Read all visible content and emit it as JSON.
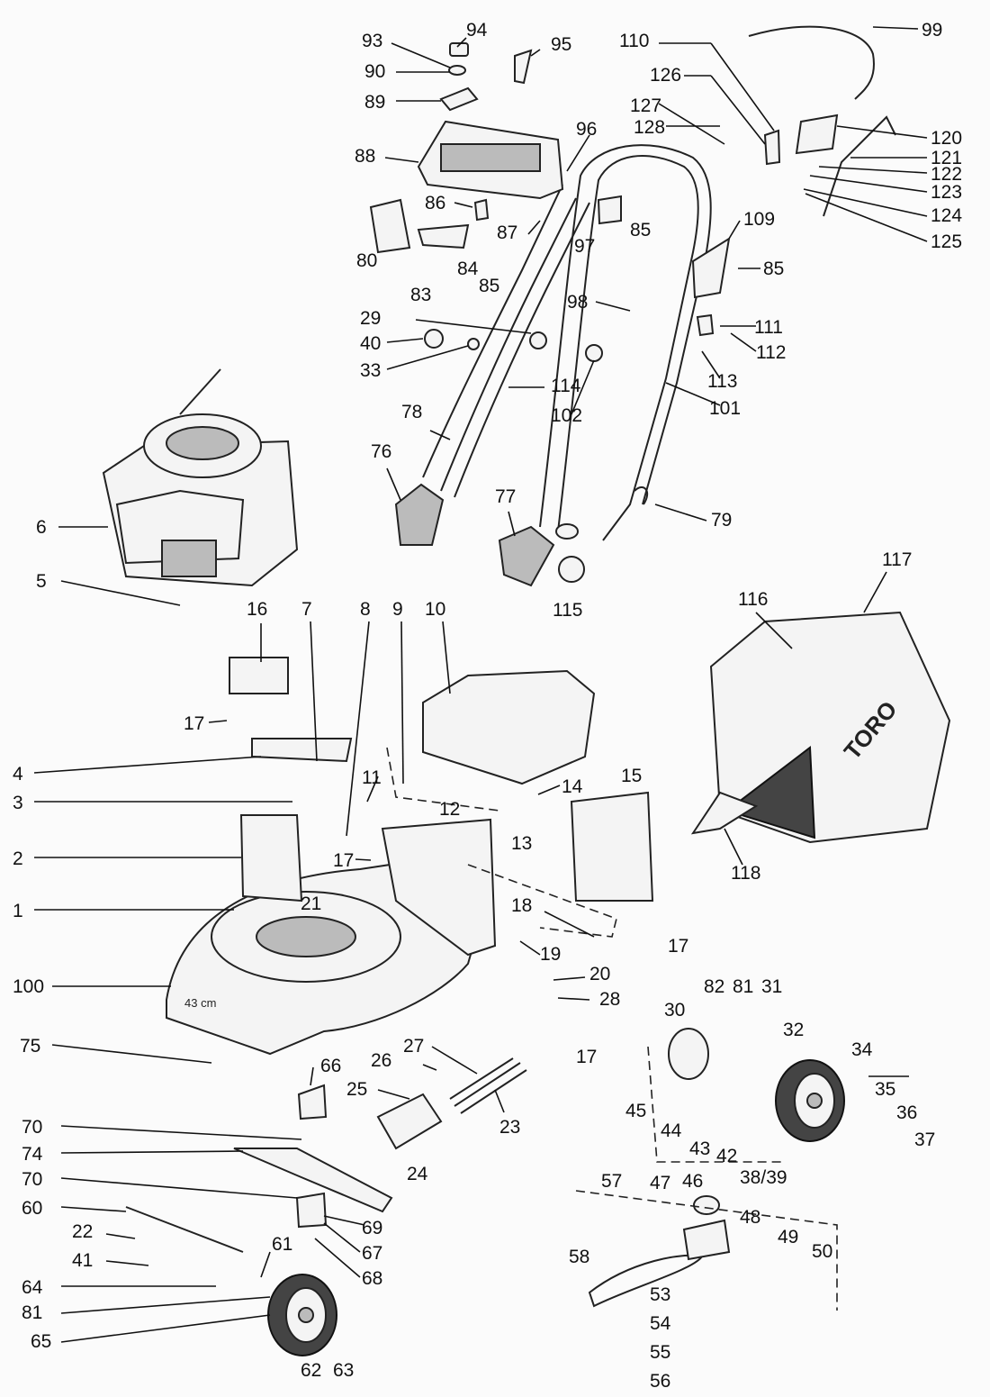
{
  "brand_text": "TORO",
  "deck_label": "43 cm",
  "callouts": [
    {
      "id": "94",
      "text": "94"
    },
    {
      "id": "93",
      "text": "93"
    },
    {
      "id": "95",
      "text": "95"
    },
    {
      "id": "90",
      "text": "90"
    },
    {
      "id": "89",
      "text": "89"
    },
    {
      "id": "88",
      "text": "88"
    },
    {
      "id": "96",
      "text": "96"
    },
    {
      "id": "86",
      "text": "86"
    },
    {
      "id": "87",
      "text": "87"
    },
    {
      "id": "97",
      "text": "97"
    },
    {
      "id": "85a",
      "text": "85"
    },
    {
      "id": "80",
      "text": "80"
    },
    {
      "id": "83",
      "text": "83"
    },
    {
      "id": "84",
      "text": "84"
    },
    {
      "id": "85b",
      "text": "85"
    },
    {
      "id": "29",
      "text": "29"
    },
    {
      "id": "40",
      "text": "40"
    },
    {
      "id": "33",
      "text": "33"
    },
    {
      "id": "98",
      "text": "98"
    },
    {
      "id": "114",
      "text": "114"
    },
    {
      "id": "102",
      "text": "102"
    },
    {
      "id": "78",
      "text": "78"
    },
    {
      "id": "76",
      "text": "76"
    },
    {
      "id": "77",
      "text": "77"
    },
    {
      "id": "115",
      "text": "115"
    },
    {
      "id": "79",
      "text": "79"
    },
    {
      "id": "99",
      "text": "99"
    },
    {
      "id": "110",
      "text": "110"
    },
    {
      "id": "126",
      "text": "126"
    },
    {
      "id": "127",
      "text": "127"
    },
    {
      "id": "128",
      "text": "128"
    },
    {
      "id": "120",
      "text": "120"
    },
    {
      "id": "121",
      "text": "121"
    },
    {
      "id": "122",
      "text": "122"
    },
    {
      "id": "123",
      "text": "123"
    },
    {
      "id": "124",
      "text": "124"
    },
    {
      "id": "125",
      "text": "125"
    },
    {
      "id": "109",
      "text": "109"
    },
    {
      "id": "85c",
      "text": "85"
    },
    {
      "id": "111",
      "text": "111"
    },
    {
      "id": "112",
      "text": "112"
    },
    {
      "id": "113",
      "text": "113"
    },
    {
      "id": "101",
      "text": "101"
    },
    {
      "id": "6",
      "text": "6"
    },
    {
      "id": "5",
      "text": "5"
    },
    {
      "id": "16",
      "text": "16"
    },
    {
      "id": "7",
      "text": "7"
    },
    {
      "id": "8",
      "text": "8"
    },
    {
      "id": "9",
      "text": "9"
    },
    {
      "id": "10",
      "text": "10"
    },
    {
      "id": "17a",
      "text": "17"
    },
    {
      "id": "4",
      "text": "4"
    },
    {
      "id": "3",
      "text": "3"
    },
    {
      "id": "11",
      "text": "11"
    },
    {
      "id": "12",
      "text": "12"
    },
    {
      "id": "14",
      "text": "14"
    },
    {
      "id": "15",
      "text": "15"
    },
    {
      "id": "13",
      "text": "13"
    },
    {
      "id": "2",
      "text": "2"
    },
    {
      "id": "17b",
      "text": "17"
    },
    {
      "id": "21",
      "text": "21"
    },
    {
      "id": "1",
      "text": "1"
    },
    {
      "id": "18",
      "text": "18"
    },
    {
      "id": "17c",
      "text": "17"
    },
    {
      "id": "19",
      "text": "19"
    },
    {
      "id": "20",
      "text": "20"
    },
    {
      "id": "28",
      "text": "28"
    },
    {
      "id": "100",
      "text": "100"
    },
    {
      "id": "17d",
      "text": "17"
    },
    {
      "id": "75",
      "text": "75"
    },
    {
      "id": "66",
      "text": "66"
    },
    {
      "id": "26",
      "text": "26"
    },
    {
      "id": "27",
      "text": "27"
    },
    {
      "id": "25",
      "text": "25"
    },
    {
      "id": "23",
      "text": "23"
    },
    {
      "id": "24",
      "text": "24"
    },
    {
      "id": "70a",
      "text": "70"
    },
    {
      "id": "74",
      "text": "74"
    },
    {
      "id": "70b",
      "text": "70"
    },
    {
      "id": "69",
      "text": "69"
    },
    {
      "id": "67",
      "text": "67"
    },
    {
      "id": "68",
      "text": "68"
    },
    {
      "id": "60",
      "text": "60"
    },
    {
      "id": "22",
      "text": "22"
    },
    {
      "id": "41",
      "text": "41"
    },
    {
      "id": "61",
      "text": "61"
    },
    {
      "id": "64",
      "text": "64"
    },
    {
      "id": "81a",
      "text": "81"
    },
    {
      "id": "65",
      "text": "65"
    },
    {
      "id": "62",
      "text": "62"
    },
    {
      "id": "63",
      "text": "63"
    },
    {
      "id": "116",
      "text": "116"
    },
    {
      "id": "117",
      "text": "117"
    },
    {
      "id": "118",
      "text": "118"
    },
    {
      "id": "30",
      "text": "30"
    },
    {
      "id": "82",
      "text": "82"
    },
    {
      "id": "81b",
      "text": "81"
    },
    {
      "id": "31",
      "text": "31"
    },
    {
      "id": "32",
      "text": "32"
    },
    {
      "id": "34",
      "text": "34"
    },
    {
      "id": "35",
      "text": "35"
    },
    {
      "id": "36",
      "text": "36"
    },
    {
      "id": "37",
      "text": "37"
    },
    {
      "id": "45",
      "text": "45"
    },
    {
      "id": "44",
      "text": "44"
    },
    {
      "id": "43",
      "text": "43"
    },
    {
      "id": "42",
      "text": "42"
    },
    {
      "id": "3839",
      "text": "38/39"
    },
    {
      "id": "57",
      "text": "57"
    },
    {
      "id": "47",
      "text": "47"
    },
    {
      "id": "46",
      "text": "46"
    },
    {
      "id": "48",
      "text": "48"
    },
    {
      "id": "49",
      "text": "49"
    },
    {
      "id": "50",
      "text": "50"
    },
    {
      "id": "58",
      "text": "58"
    },
    {
      "id": "53",
      "text": "53"
    },
    {
      "id": "54",
      "text": "54"
    },
    {
      "id": "55",
      "text": "55"
    },
    {
      "id": "56",
      "text": "56"
    }
  ]
}
